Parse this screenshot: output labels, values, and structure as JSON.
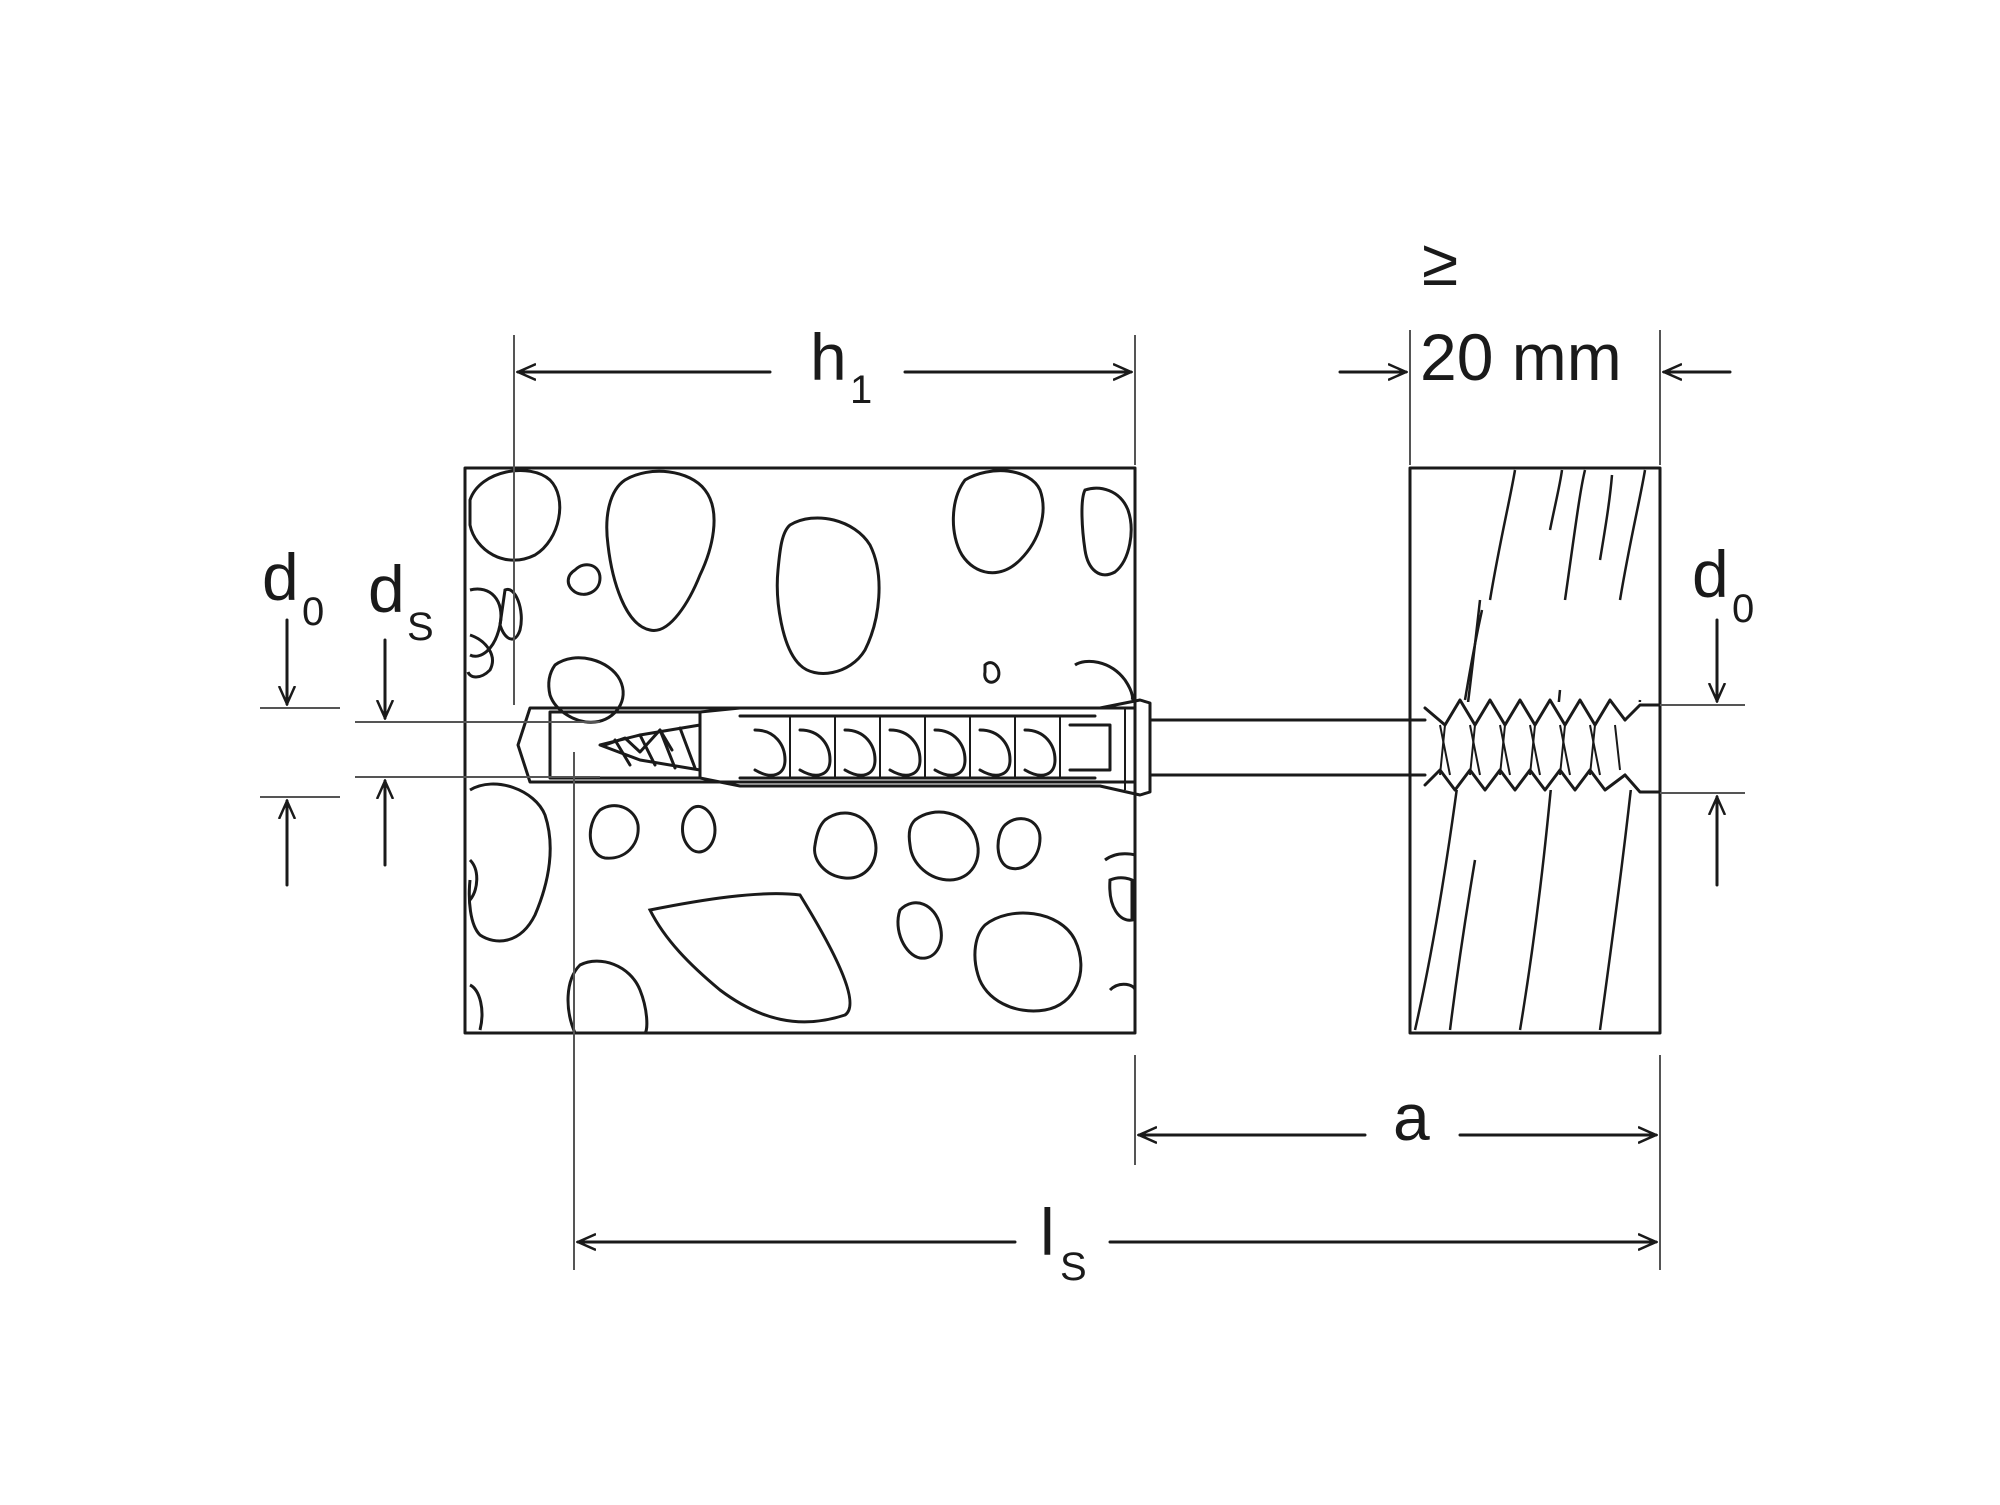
{
  "labels": {
    "h1_main": "h",
    "h1_sub": "1",
    "gte": "≥",
    "thickness": "20 mm",
    "d0_left_main": "d",
    "d0_left_sub": "0",
    "ds_main": "d",
    "ds_sub": "S",
    "d0_right_main": "d",
    "d0_right_sub": "0",
    "a": "a",
    "ls_main": "l",
    "ls_sub": "S"
  },
  "colors": {
    "line": "#1a1a1a",
    "background": "#ffffff"
  }
}
